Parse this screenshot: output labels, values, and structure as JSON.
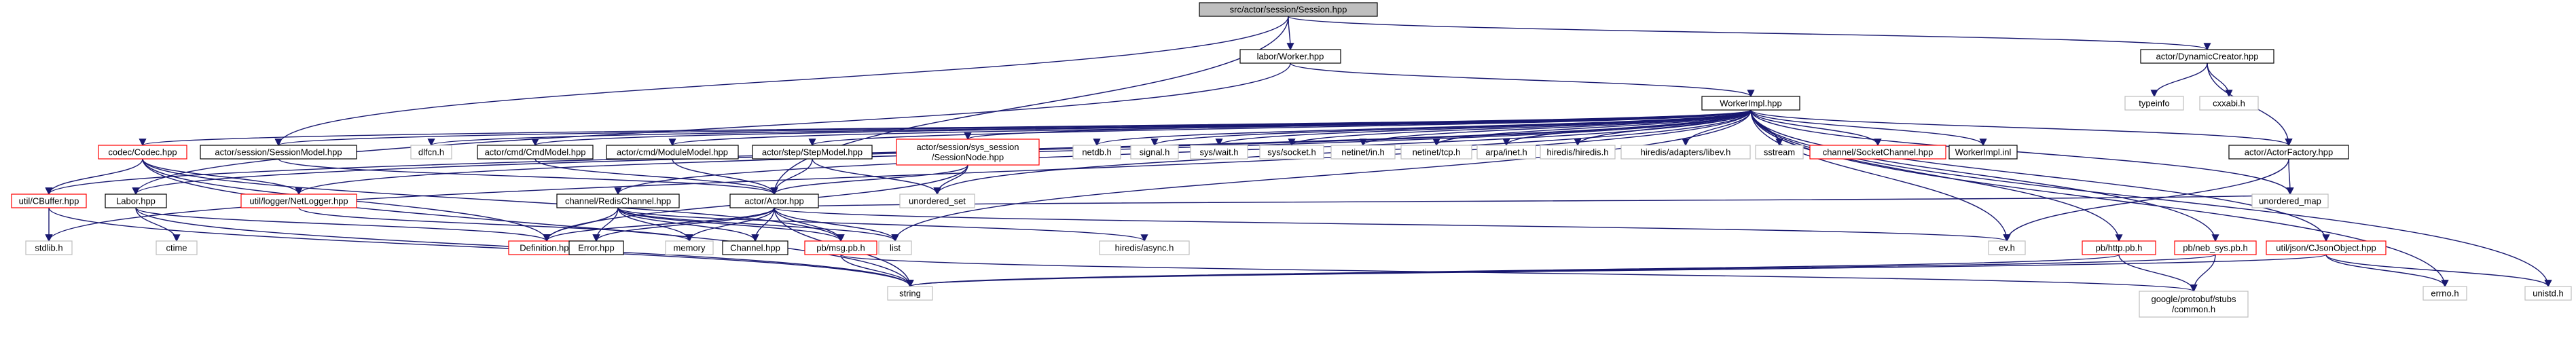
{
  "nodes": {
    "root": "src/actor/session/Session.hpp",
    "labor_worker": "labor/Worker.hpp",
    "dynamic_creator": "actor/DynamicCreator.hpp",
    "worker_impl_hpp": "WorkerImpl.hpp",
    "typeinfo": "typeinfo",
    "cxxabi": "cxxabi.h",
    "codec": "codec/Codec.hpp",
    "session_model": "actor/session/SessionModel.hpp",
    "dfcn": "dlfcn.h",
    "cmd_model": "actor/cmd/CmdModel.hpp",
    "module_model": "actor/cmd/ModuleModel.hpp",
    "step_model": "actor/step/StepModel.hpp",
    "session_node": "actor/session/sys_session\n/SessionNode.hpp",
    "netdb": "netdb.h",
    "signal": "signal.h",
    "sys_wait": "sys/wait.h",
    "sys_socket": "sys/socket.h",
    "netinet_in": "netinet/in.h",
    "netinet_tcp": "netinet/tcp.h",
    "arpa_inet": "arpa/inet.h",
    "hiredis": "hiredis/hiredis.h",
    "hiredis_libev": "hiredis/adapters/libev.h",
    "sstream": "sstream",
    "socket_channel": "channel/SocketChannel.hpp",
    "worker_impl_inl": "WorkerImpl.inl",
    "actor_factory": "actor/ActorFactory.hpp",
    "cbuffer": "util/CBuffer.hpp",
    "labor": "Labor.hpp",
    "net_logger": "util/logger/NetLogger.hpp",
    "redis_channel": "channel/RedisChannel.hpp",
    "actor": "actor/Actor.hpp",
    "unordered_set": "unordered_set",
    "unordered_map": "unordered_map",
    "stdlib": "stdlib.h",
    "ctime": "ctime",
    "definition": "Definition.hpp",
    "error": "Error.hpp",
    "memory": "memory",
    "channel": "Channel.hpp",
    "msg_pb": "pb/msg.pb.h",
    "list": "list",
    "hiredis_async": "hiredis/async.h",
    "ev": "ev.h",
    "http_pb": "pb/http.pb.h",
    "neb_sys_pb": "pb/neb_sys.pb.h",
    "cjson": "util/json/CJsonObject.hpp",
    "string": "string",
    "protobuf_common": "google/protobuf/stubs\n/common.h",
    "errno": "errno.h",
    "unistd": "unistd.h"
  },
  "colors": {
    "edge": "#191970",
    "box_border_documented": "#000000",
    "box_border_external": "#bfbfbf",
    "box_border_missing": "#ff0000",
    "root_fill": "#bfbfbf"
  }
}
